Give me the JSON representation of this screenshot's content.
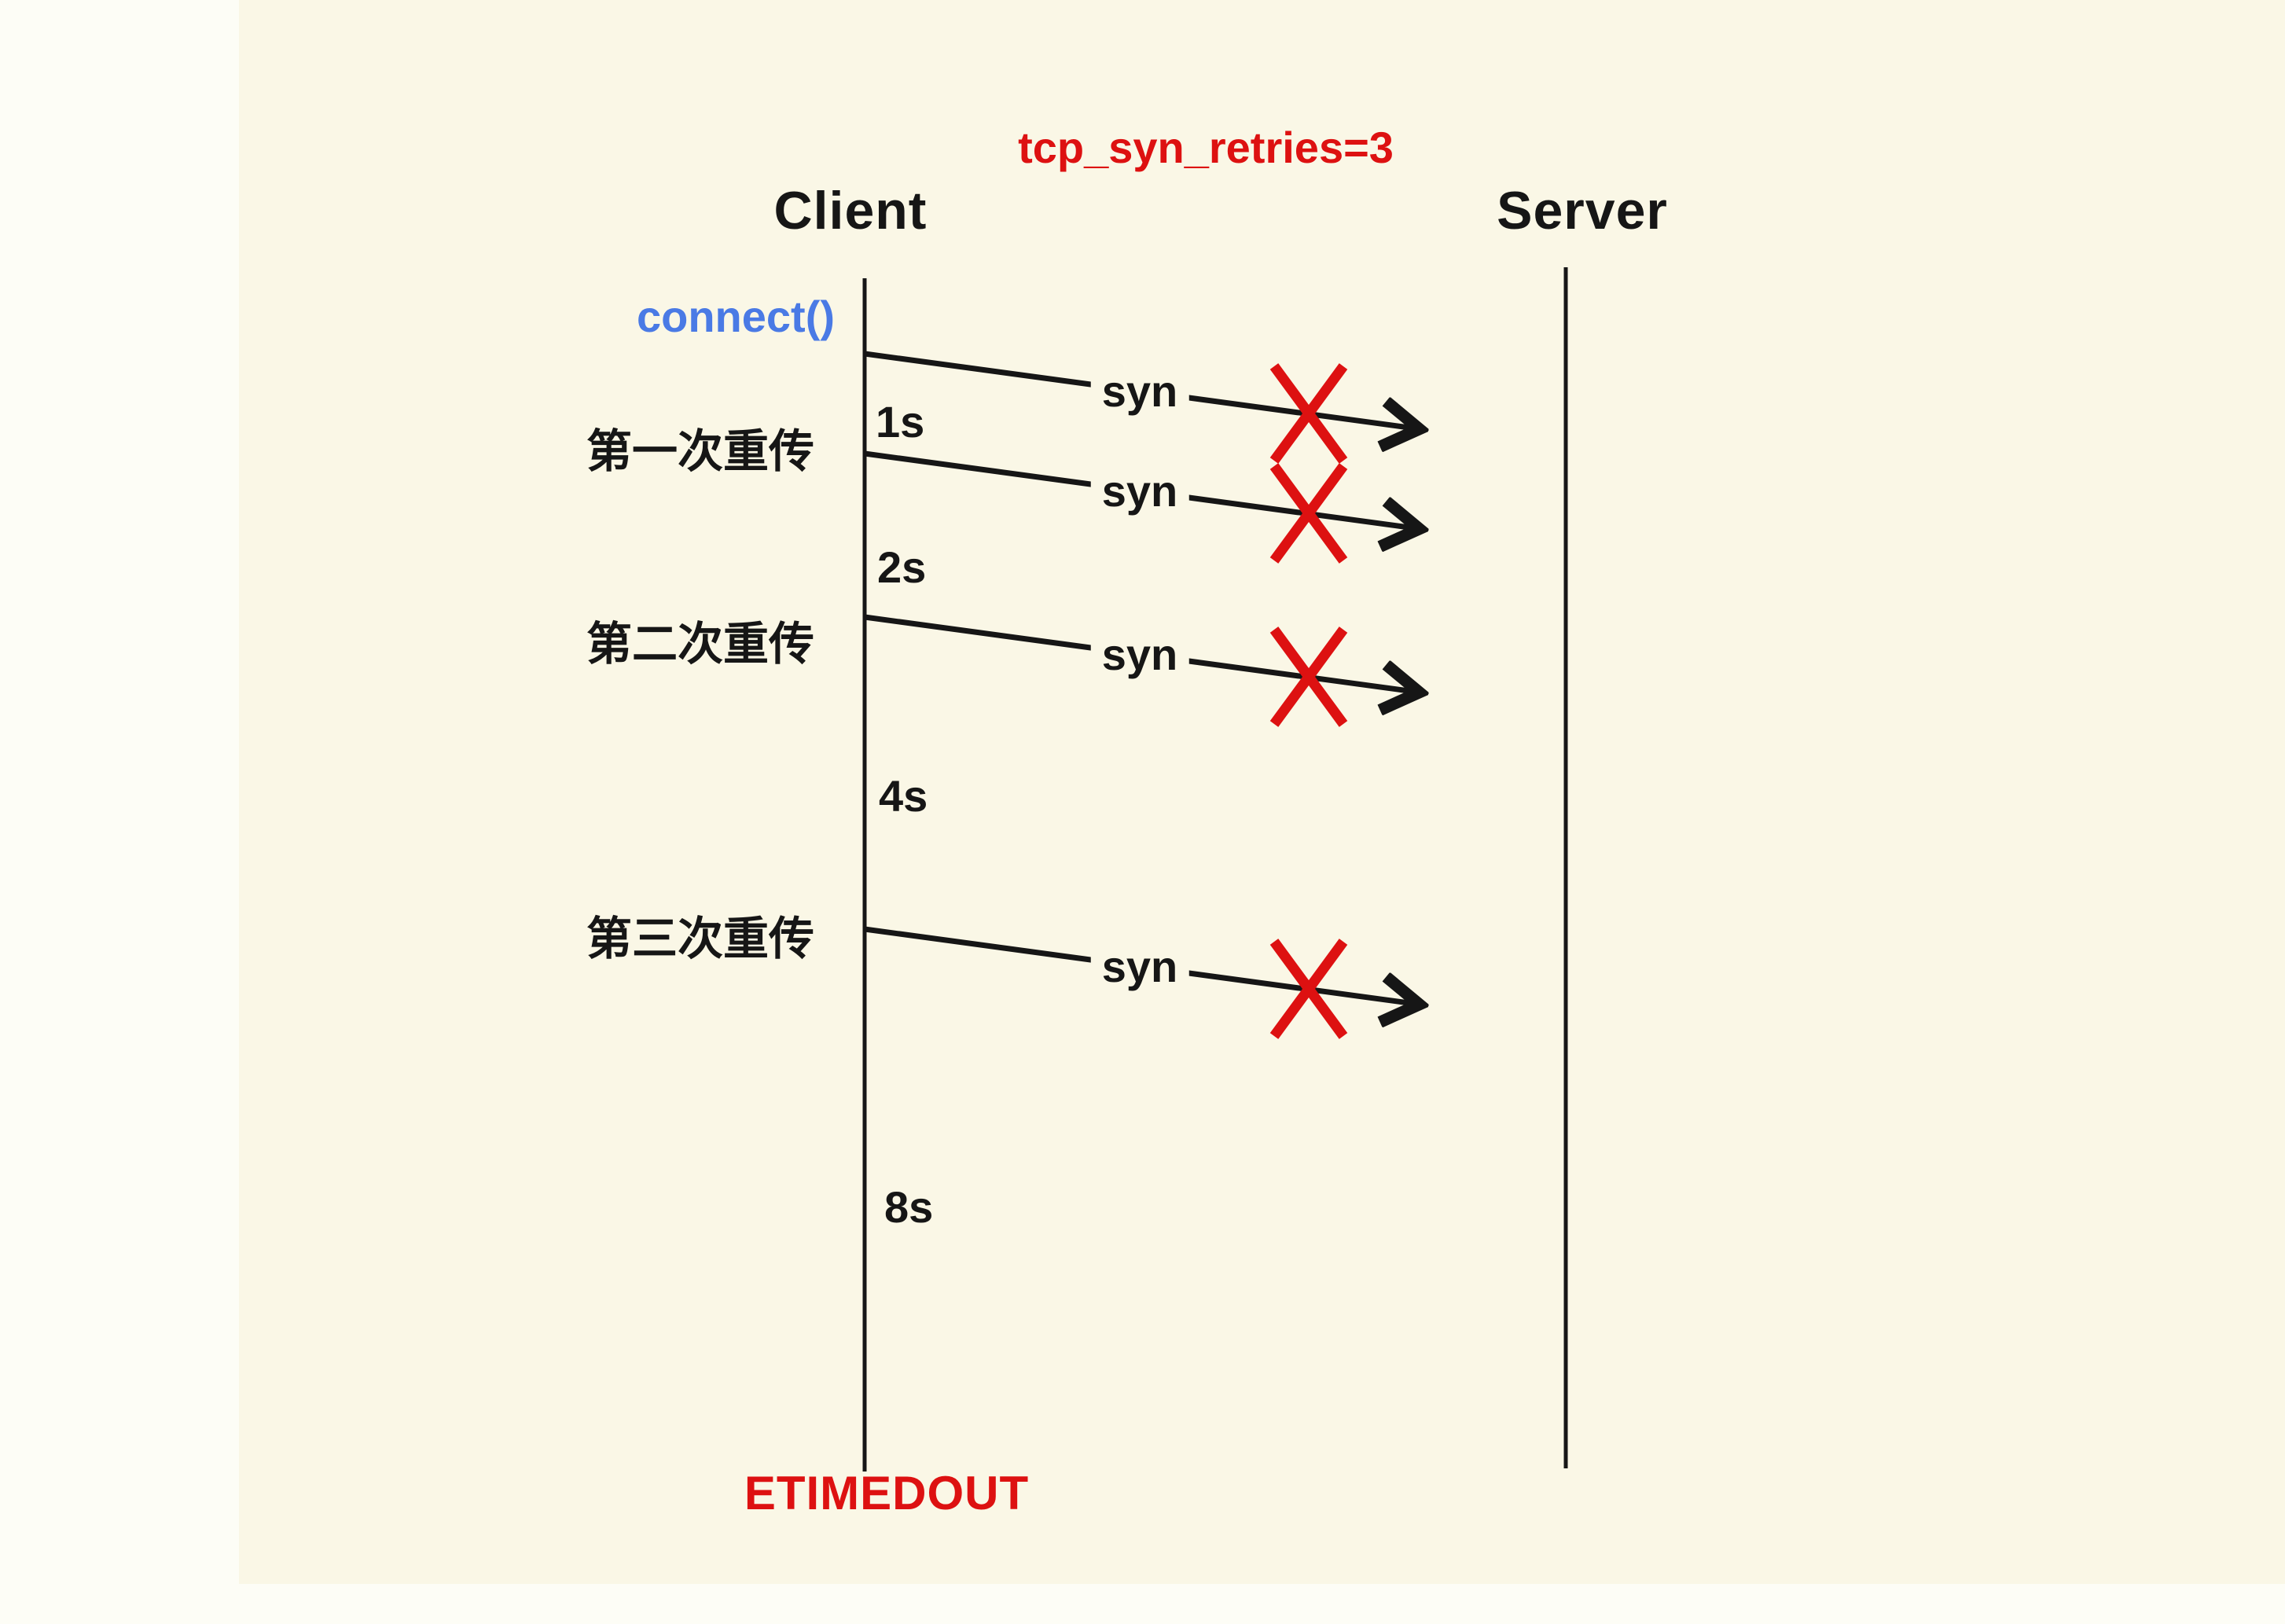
{
  "title": "tcp_syn_retries=3",
  "actors": {
    "client": "Client",
    "server": "Server"
  },
  "client_events": {
    "connect": "connect()",
    "result": "ETIMEDOUT"
  },
  "timeline": {
    "intervals": [
      "1s",
      "2s",
      "4s",
      "8s"
    ],
    "retransmissions": [
      "第一次重传",
      "第二次重传",
      "第三次重传"
    ]
  },
  "messages": [
    {
      "label": "syn",
      "status": "lost"
    },
    {
      "label": "syn",
      "status": "lost"
    },
    {
      "label": "syn",
      "status": "lost"
    },
    {
      "label": "syn",
      "status": "lost"
    }
  ],
  "colors": {
    "background": "#FAF7E6",
    "margin": "#FDFDF6",
    "red": "#DD1111",
    "blue": "#4A7AE5",
    "line": "#161616"
  }
}
